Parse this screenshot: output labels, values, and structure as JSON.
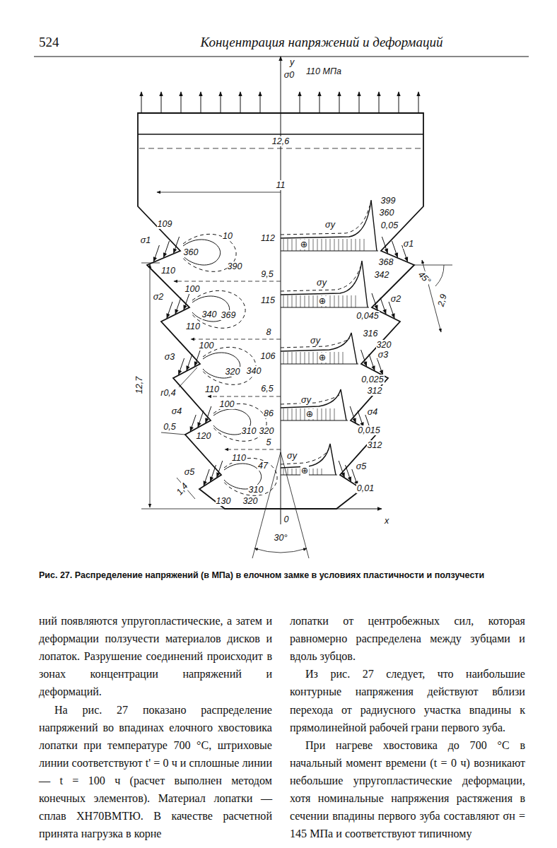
{
  "diagram": {
    "title": "Концентрация напряжений и деформаций",
    "caption": "Рис. 27. Распределение напряжений (в МПа) в елочном замке в условиях пластичности и ползучести",
    "labels": [
      "524",
      "y",
      "σ0",
      "110 МПа",
      "12,6",
      "11",
      "399",
      "360",
      "0,05",
      "σy",
      "112",
      "⊕",
      "σ1",
      "109",
      "10",
      "360",
      "390",
      "110",
      "σ1",
      "9,5",
      "368",
      "342",
      "σy",
      "115",
      "⊕",
      "45°",
      "2,9",
      "σ2",
      "100",
      "340",
      "369",
      "110",
      "σ2",
      "0,045",
      "8",
      "316",
      "320",
      "σy",
      "106",
      "⊕",
      "σ3",
      "100",
      "320",
      "340",
      "σ3",
      "0,025",
      "110",
      "6,5",
      "12,7",
      "r0,4",
      "312",
      "σy",
      "86",
      "⊕",
      "σ4",
      "100",
      "120",
      "310",
      "320",
      "0,5",
      "σ4",
      "0,015",
      "5",
      "312",
      "110",
      "σy",
      "47",
      "⊕",
      "σ5",
      "1,4",
      "σ5",
      "0,01",
      "310",
      "130",
      "320",
      "0",
      "x",
      "30°",
      "ний появляются упругопластические, а затем и деформации ползучести материалов дисков и лопаток. Разрушение соединений происходит в зонах концентрации напряжений и деформаций.",
      "На рис. 27 показано распределение напряжений во впадинах елочного хвостовика лопатки при температуре 700 °С, штриховые линии соответствуют t' = 0 ч и сплошные линии — t = 100 ч (расчет выполнен методом конечных элементов). Материал лопатки — сплав ХН70ВМТЮ. В качестве расчетной принята нагрузка в корне",
      "лопатки от центробежных сил, которая равномерно распределена между зубцами и вдоль зубцов.",
      "Из рис. 27 следует, что наибольшие контурные напряжения действуют вблизи перехода от радиусного участка впадины к прямолинейной рабочей грани первого зуба.",
      "При нагреве хвостовика до 700 °С в начальный момент времени (t = 0 ч) возникают небольшие упругопластические деформации, хотя номинальные напряжения растяжения в сечении впадины первого зуба составляют σн = 145 МПа и соответствуют типичному"
    ]
  }
}
